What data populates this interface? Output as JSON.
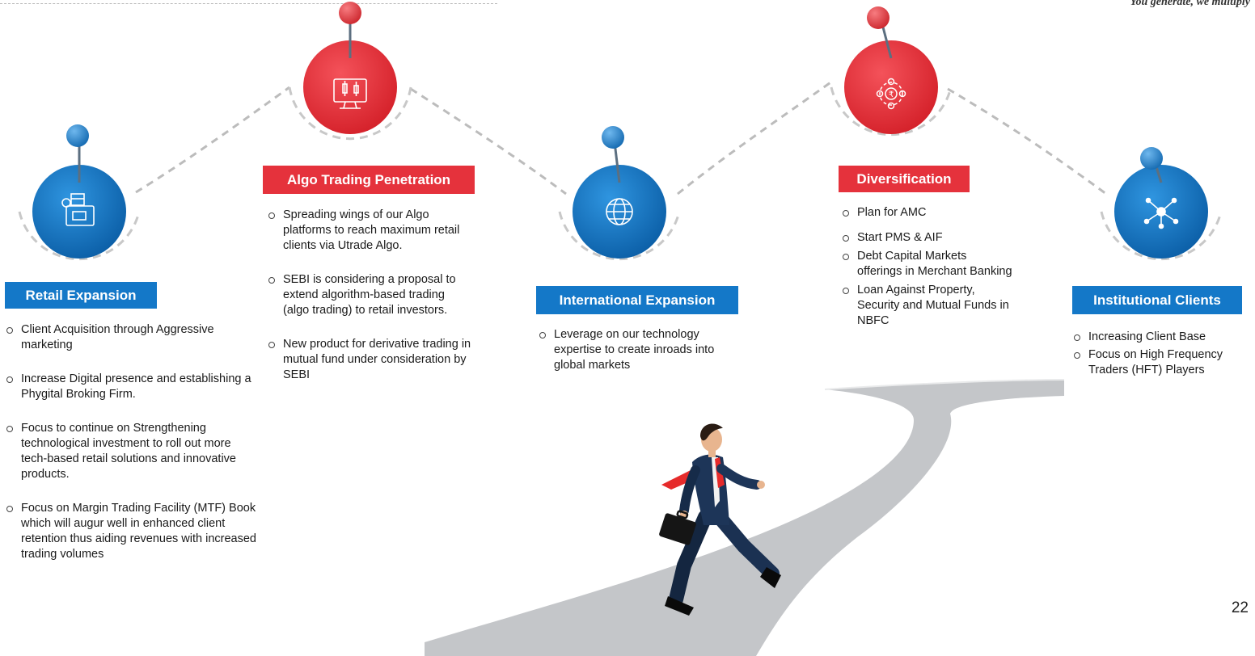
{
  "header": {
    "tagline": "You generate, we multiply"
  },
  "page_number": "22",
  "sections": {
    "retail": {
      "title": "Retail Expansion",
      "items": [
        "Client Acquisition through Aggressive marketing",
        "Increase Digital presence and establishing a Phygital Broking Firm.",
        "Focus to continue on Strengthening technological investment to roll out more tech-based retail solutions and innovative products.",
        "Focus on Margin Trading Facility (MTF) Book which will augur well in enhanced client retention thus aiding revenues with increased trading volumes"
      ]
    },
    "algo": {
      "title": "Algo Trading Penetration",
      "items": [
        "Spreading wings of our Algo platforms to reach maximum retail clients via Utrade Algo.",
        "SEBI  is considering a proposal to extend algorithm-based trading (algo trading) to retail investors.",
        "New product for derivative trading in mutual fund under consideration by SEBI"
      ]
    },
    "international": {
      "title": "International Expansion",
      "items": [
        "Leverage on our technology expertise to create inroads into global markets"
      ]
    },
    "diversification": {
      "title": "Diversification",
      "items": [
        "Plan for AMC",
        "Start PMS & AIF",
        "Debt Capital Markets offerings in Merchant Banking",
        "Loan Against Property, Security and Mutual Funds in NBFC"
      ]
    },
    "institutional": {
      "title": "Institutional Clients",
      "items": [
        "Increasing  Client Base",
        "Focus on High Frequency Traders (HFT) Players"
      ]
    }
  },
  "colors": {
    "blue": "#1478c8",
    "red": "#e5323c",
    "road": "#c4c6c9"
  }
}
